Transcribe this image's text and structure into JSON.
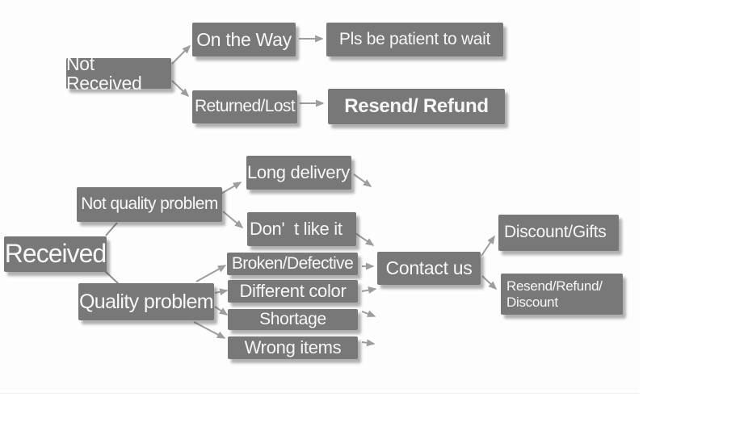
{
  "colors": {
    "box-bg": "#787878",
    "box-text": "#f7f7f7",
    "arrow": "#9d9d9d",
    "connector": "#8f8f8f",
    "canvas-bg": "#ffffff",
    "graphic-bg": "#fdfdfd"
  },
  "flowchart": {
    "nodes": {
      "not_received": {
        "label": "Not Received"
      },
      "on_the_way": {
        "label": "On the Way"
      },
      "pls_wait": {
        "label": "Pls be patient to wait"
      },
      "returned_lost": {
        "label": "Returned/Lost"
      },
      "resend_refund": {
        "label": "Resend/ Refund"
      },
      "received": {
        "label": "Received"
      },
      "not_quality": {
        "label": "Not quality problem"
      },
      "long_delivery": {
        "label": "Long delivery"
      },
      "dont_like": {
        "label": "Don'  t like it"
      },
      "broken": {
        "label": "Broken/Defective"
      },
      "diff_color": {
        "label": "Different color"
      },
      "shortage": {
        "label": "Shortage"
      },
      "wrong_items": {
        "label": "Wrong items"
      },
      "contact_us": {
        "label": "Contact us"
      },
      "discount_gifts": {
        "label": "Discount/Gifts"
      },
      "resend_refund_discount": {
        "label": "Resend/Refund/\nDiscount"
      }
    },
    "edges": [
      {
        "from": "not_received",
        "to": "on_the_way"
      },
      {
        "from": "not_received",
        "to": "returned_lost"
      },
      {
        "from": "on_the_way",
        "to": "pls_wait"
      },
      {
        "from": "returned_lost",
        "to": "resend_refund"
      },
      {
        "from": "received",
        "to": "not_quality"
      },
      {
        "from": "received",
        "to": "quality_problem"
      },
      {
        "from": "not_quality",
        "to": "long_delivery"
      },
      {
        "from": "not_quality",
        "to": "dont_like"
      },
      {
        "from": "long_delivery",
        "to": "contact_us"
      },
      {
        "from": "dont_like",
        "to": "contact_us"
      },
      {
        "from": "quality_problem",
        "to": "broken"
      },
      {
        "from": "quality_problem",
        "to": "diff_color"
      },
      {
        "from": "quality_problem",
        "to": "shortage"
      },
      {
        "from": "quality_problem",
        "to": "wrong_items"
      },
      {
        "from": "broken",
        "to": "contact_us"
      },
      {
        "from": "diff_color",
        "to": "contact_us"
      },
      {
        "from": "shortage",
        "to": "contact_us"
      },
      {
        "from": "wrong_items",
        "to": "contact_us"
      },
      {
        "from": "contact_us",
        "to": "discount_gifts"
      },
      {
        "from": "contact_us",
        "to": "resend_refund_discount"
      }
    ],
    "quality_problem_label": "Quality problem"
  }
}
